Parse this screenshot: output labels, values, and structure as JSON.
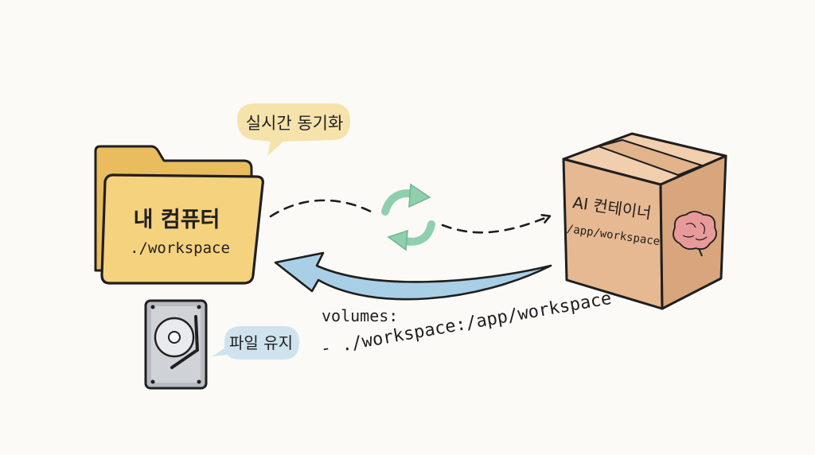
{
  "folder": {
    "title": "내 컴퓨터",
    "path": "./workspace"
  },
  "container": {
    "title": "AI 컨테이너",
    "path": "/app/workspace"
  },
  "bubbles": {
    "sync": "실시간 동기화",
    "persist": "파일 유지"
  },
  "volume_config": {
    "line1": "volumes:",
    "line2": "- ./workspace:/app/workspace"
  },
  "colors": {
    "folder": "#f5d27e",
    "box": "#e6b992",
    "sync_arrows": "#8fcfae",
    "return_arrow": "#a9cfe6",
    "sync_bubble": "#f6e3ab",
    "persist_bubble": "#cfe3ef",
    "brain": "#e89a9a"
  },
  "icons": [
    "folder-icon",
    "box-icon",
    "sync-icon",
    "hard-drive-icon",
    "brain-icon"
  ]
}
